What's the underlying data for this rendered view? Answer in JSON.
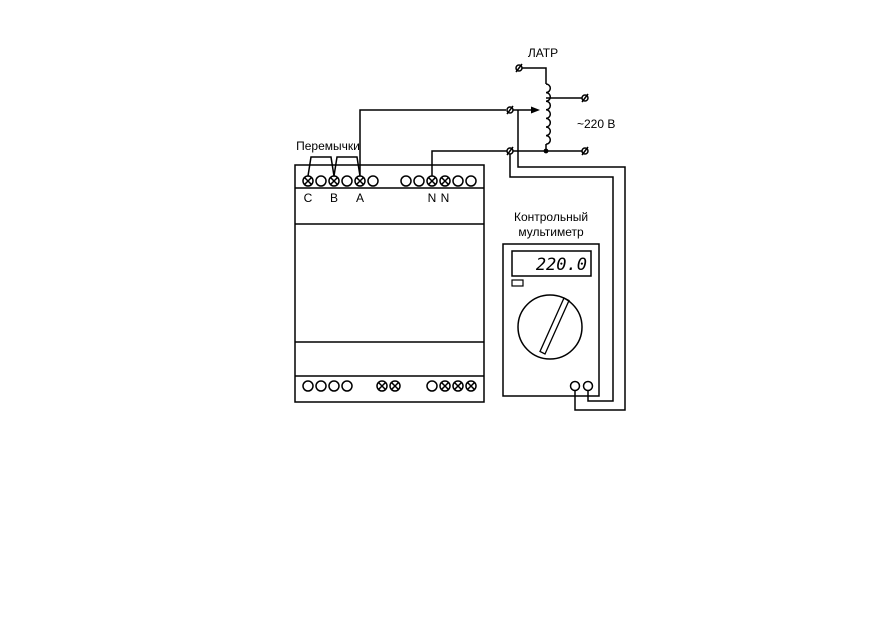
{
  "labels": {
    "latr": "ЛАТР",
    "voltage": "~220 В",
    "jumpers": "Перемычки",
    "multimeter_line1": "Контрольный",
    "multimeter_line2": "мультиметр"
  },
  "terminals_top": [
    "C",
    "B",
    "A",
    "N",
    "N"
  ],
  "multimeter_display": "220.0"
}
